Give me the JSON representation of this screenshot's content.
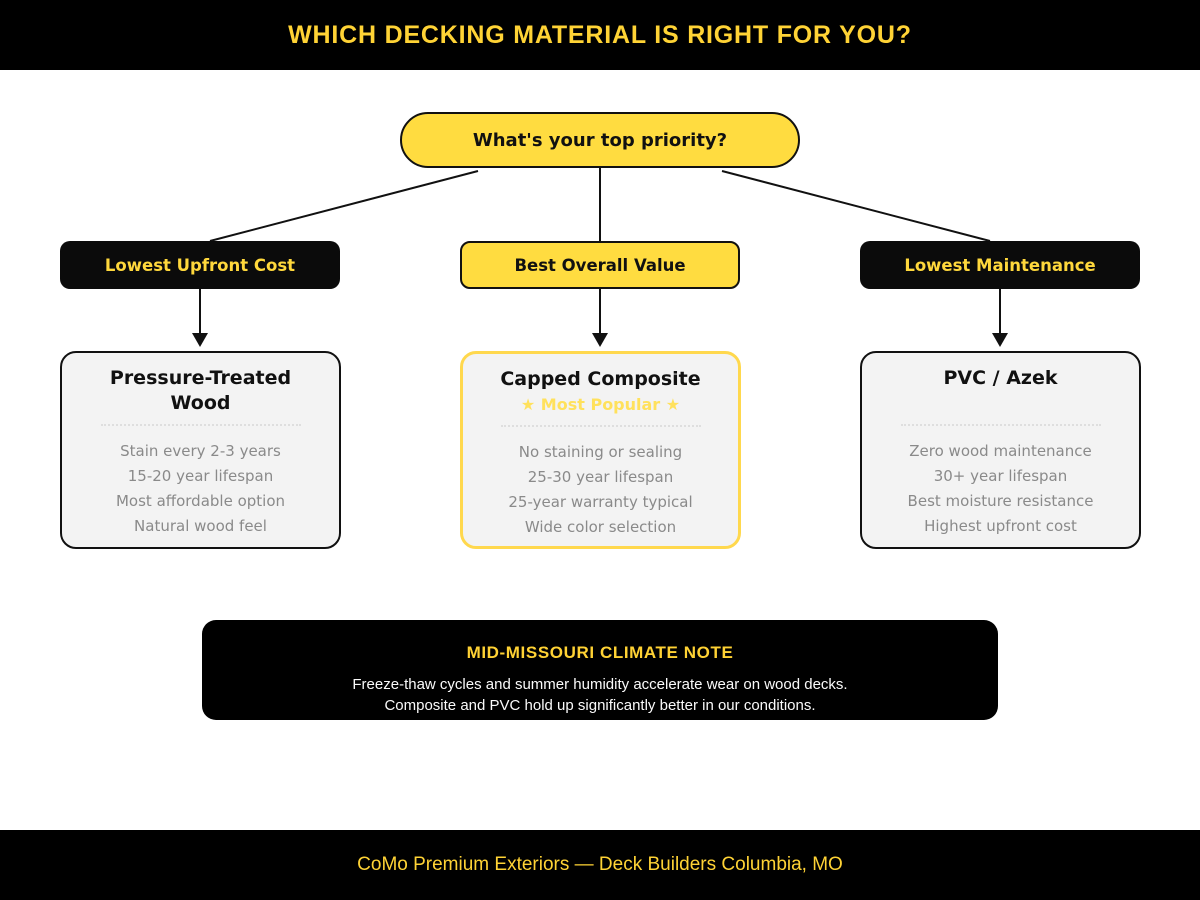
{
  "header": {
    "title": "WHICH DECKING MATERIAL IS RIGHT FOR YOU?"
  },
  "root": {
    "question": "What's your top priority?"
  },
  "branches": [
    {
      "label": "Lowest Upfront Cost"
    },
    {
      "label": "Best Overall Value"
    },
    {
      "label": "Lowest Maintenance"
    }
  ],
  "cards": [
    {
      "title": "Pressure-Treated Wood",
      "items": [
        "Stain every 2-3 years",
        "15-20 year lifespan",
        "Most affordable option",
        "Natural wood feel"
      ]
    },
    {
      "title": "Capped Composite",
      "badge": "★ Most Popular ★",
      "items": [
        "No staining or sealing",
        "25-30 year lifespan",
        "25-year warranty typical",
        "Wide color selection"
      ]
    },
    {
      "title": "PVC / Azek",
      "items": [
        "Zero wood maintenance",
        "30+ year lifespan",
        "Best moisture resistance",
        "Highest upfront cost"
      ]
    }
  ],
  "climate_note": {
    "title": "MID-MISSOURI CLIMATE NOTE",
    "line1": "Freeze-thaw cycles and summer humidity accelerate wear on wood decks.",
    "line2": "Composite and PVC hold up significantly better in our conditions."
  },
  "footer": {
    "text": "CoMo Premium Exteriors — Deck Builders Columbia, MO"
  },
  "colors": {
    "accent_yellow": "#ffdc40",
    "gold_text": "#ffd335",
    "badge_yellow": "#ffe15c",
    "highlight_border": "#ffd84d",
    "card_background": "#f3f3f3",
    "muted_text": "#8a8a8a",
    "black": "#000000"
  }
}
